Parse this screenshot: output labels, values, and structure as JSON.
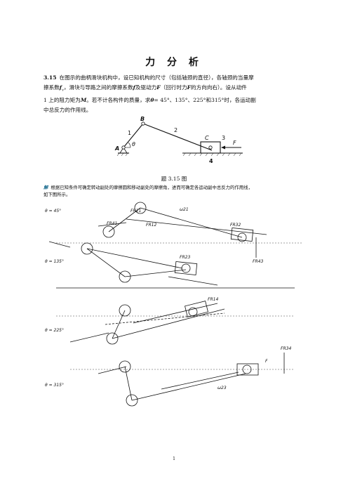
{
  "title": "力 分 析",
  "problem": {
    "number": "3.15",
    "line1": "在图示的曲柄滑块机构中，设已知机构的尺寸（包括轴颈的直径），各轴颈的当量摩",
    "line2a": "擦系数",
    "sym_fv": "f",
    "line2b": "，滑块与导路之间的摩擦系数",
    "sym_f": "f",
    "line2c": "及驱动力",
    "sym_F": "F",
    "line2d": "（回行时力",
    "sym_F2": "F",
    "line2e": "的方向向右）。设从动件",
    "line3a": "1 上的阻力矩为",
    "sym_M": "M",
    "line3b": "。若不计各构件的质量，求",
    "sym_theta": "θ",
    "line3c": "= 45°、135°、225°和315°时，各运动副",
    "line4": "中总反力的作用线。"
  },
  "figure1": {
    "labels": [
      "A",
      "B",
      "C",
      "1",
      "2",
      "3",
      "4",
      "θ",
      "F"
    ]
  },
  "caption": "题 3.15 图",
  "solution": {
    "heading": "解",
    "text1": "根据已知条件可确定转动副处的摩擦圆和移动副处的摩擦角，进而可确定各运动副中总反力的作用线，",
    "text2": "如下图所示。"
  },
  "figure2": {
    "angles": [
      "θ = 45°",
      "θ = 135°",
      "θ = 225°",
      "θ = 315°"
    ],
    "force_labels": [
      "FR21",
      "FR12",
      "FR41",
      "FR32",
      "FR43",
      "FR23",
      "FR14",
      "FR34",
      "ω21",
      "ω23",
      "F"
    ]
  },
  "page_number": "1"
}
